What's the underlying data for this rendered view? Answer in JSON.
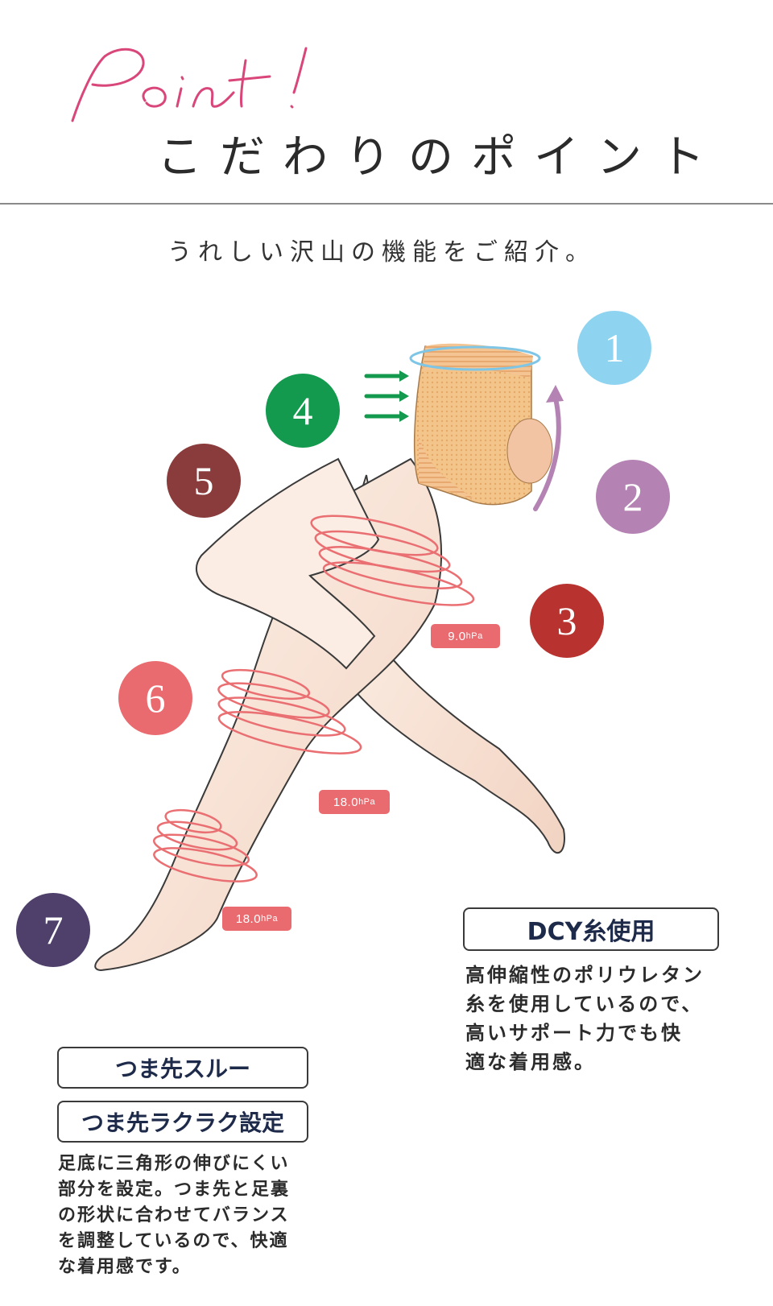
{
  "header": {
    "script_word": "Point!",
    "title": "こだわりのポイント",
    "subtitle": "うれしい沢山の機能をご紹介。"
  },
  "points": [
    {
      "number": "1",
      "color": "#8ed3ef"
    },
    {
      "number": "2",
      "color": "#b483b3"
    },
    {
      "number": "3",
      "color": "#b8332f"
    },
    {
      "number": "4",
      "color": "#139a4e"
    },
    {
      "number": "5",
      "color": "#8a3b3b"
    },
    {
      "number": "6",
      "color": "#e96b6f"
    },
    {
      "number": "7",
      "color": "#4e3f6b"
    }
  ],
  "pressure_labels": [
    {
      "value": "9.0",
      "unit": "hPa"
    },
    {
      "value": "18.0",
      "unit": "hPa"
    },
    {
      "value": "18.0",
      "unit": "hPa"
    }
  ],
  "feature_dcy": {
    "label": "DCY糸使用",
    "description": "高伸縮性のポリウレタン\n糸を使用しているので、\n高いサポート力でも快\n適な着用感。"
  },
  "feature_toe": {
    "label1": "つま先スルー",
    "label2": "つま先ラクラク設定",
    "description": "足底に三角形の伸びにくい\n部分を設定。つま先と足裏\nの形状に合わせてバランス\nを調整しているので、快適\nな着用感です。"
  }
}
